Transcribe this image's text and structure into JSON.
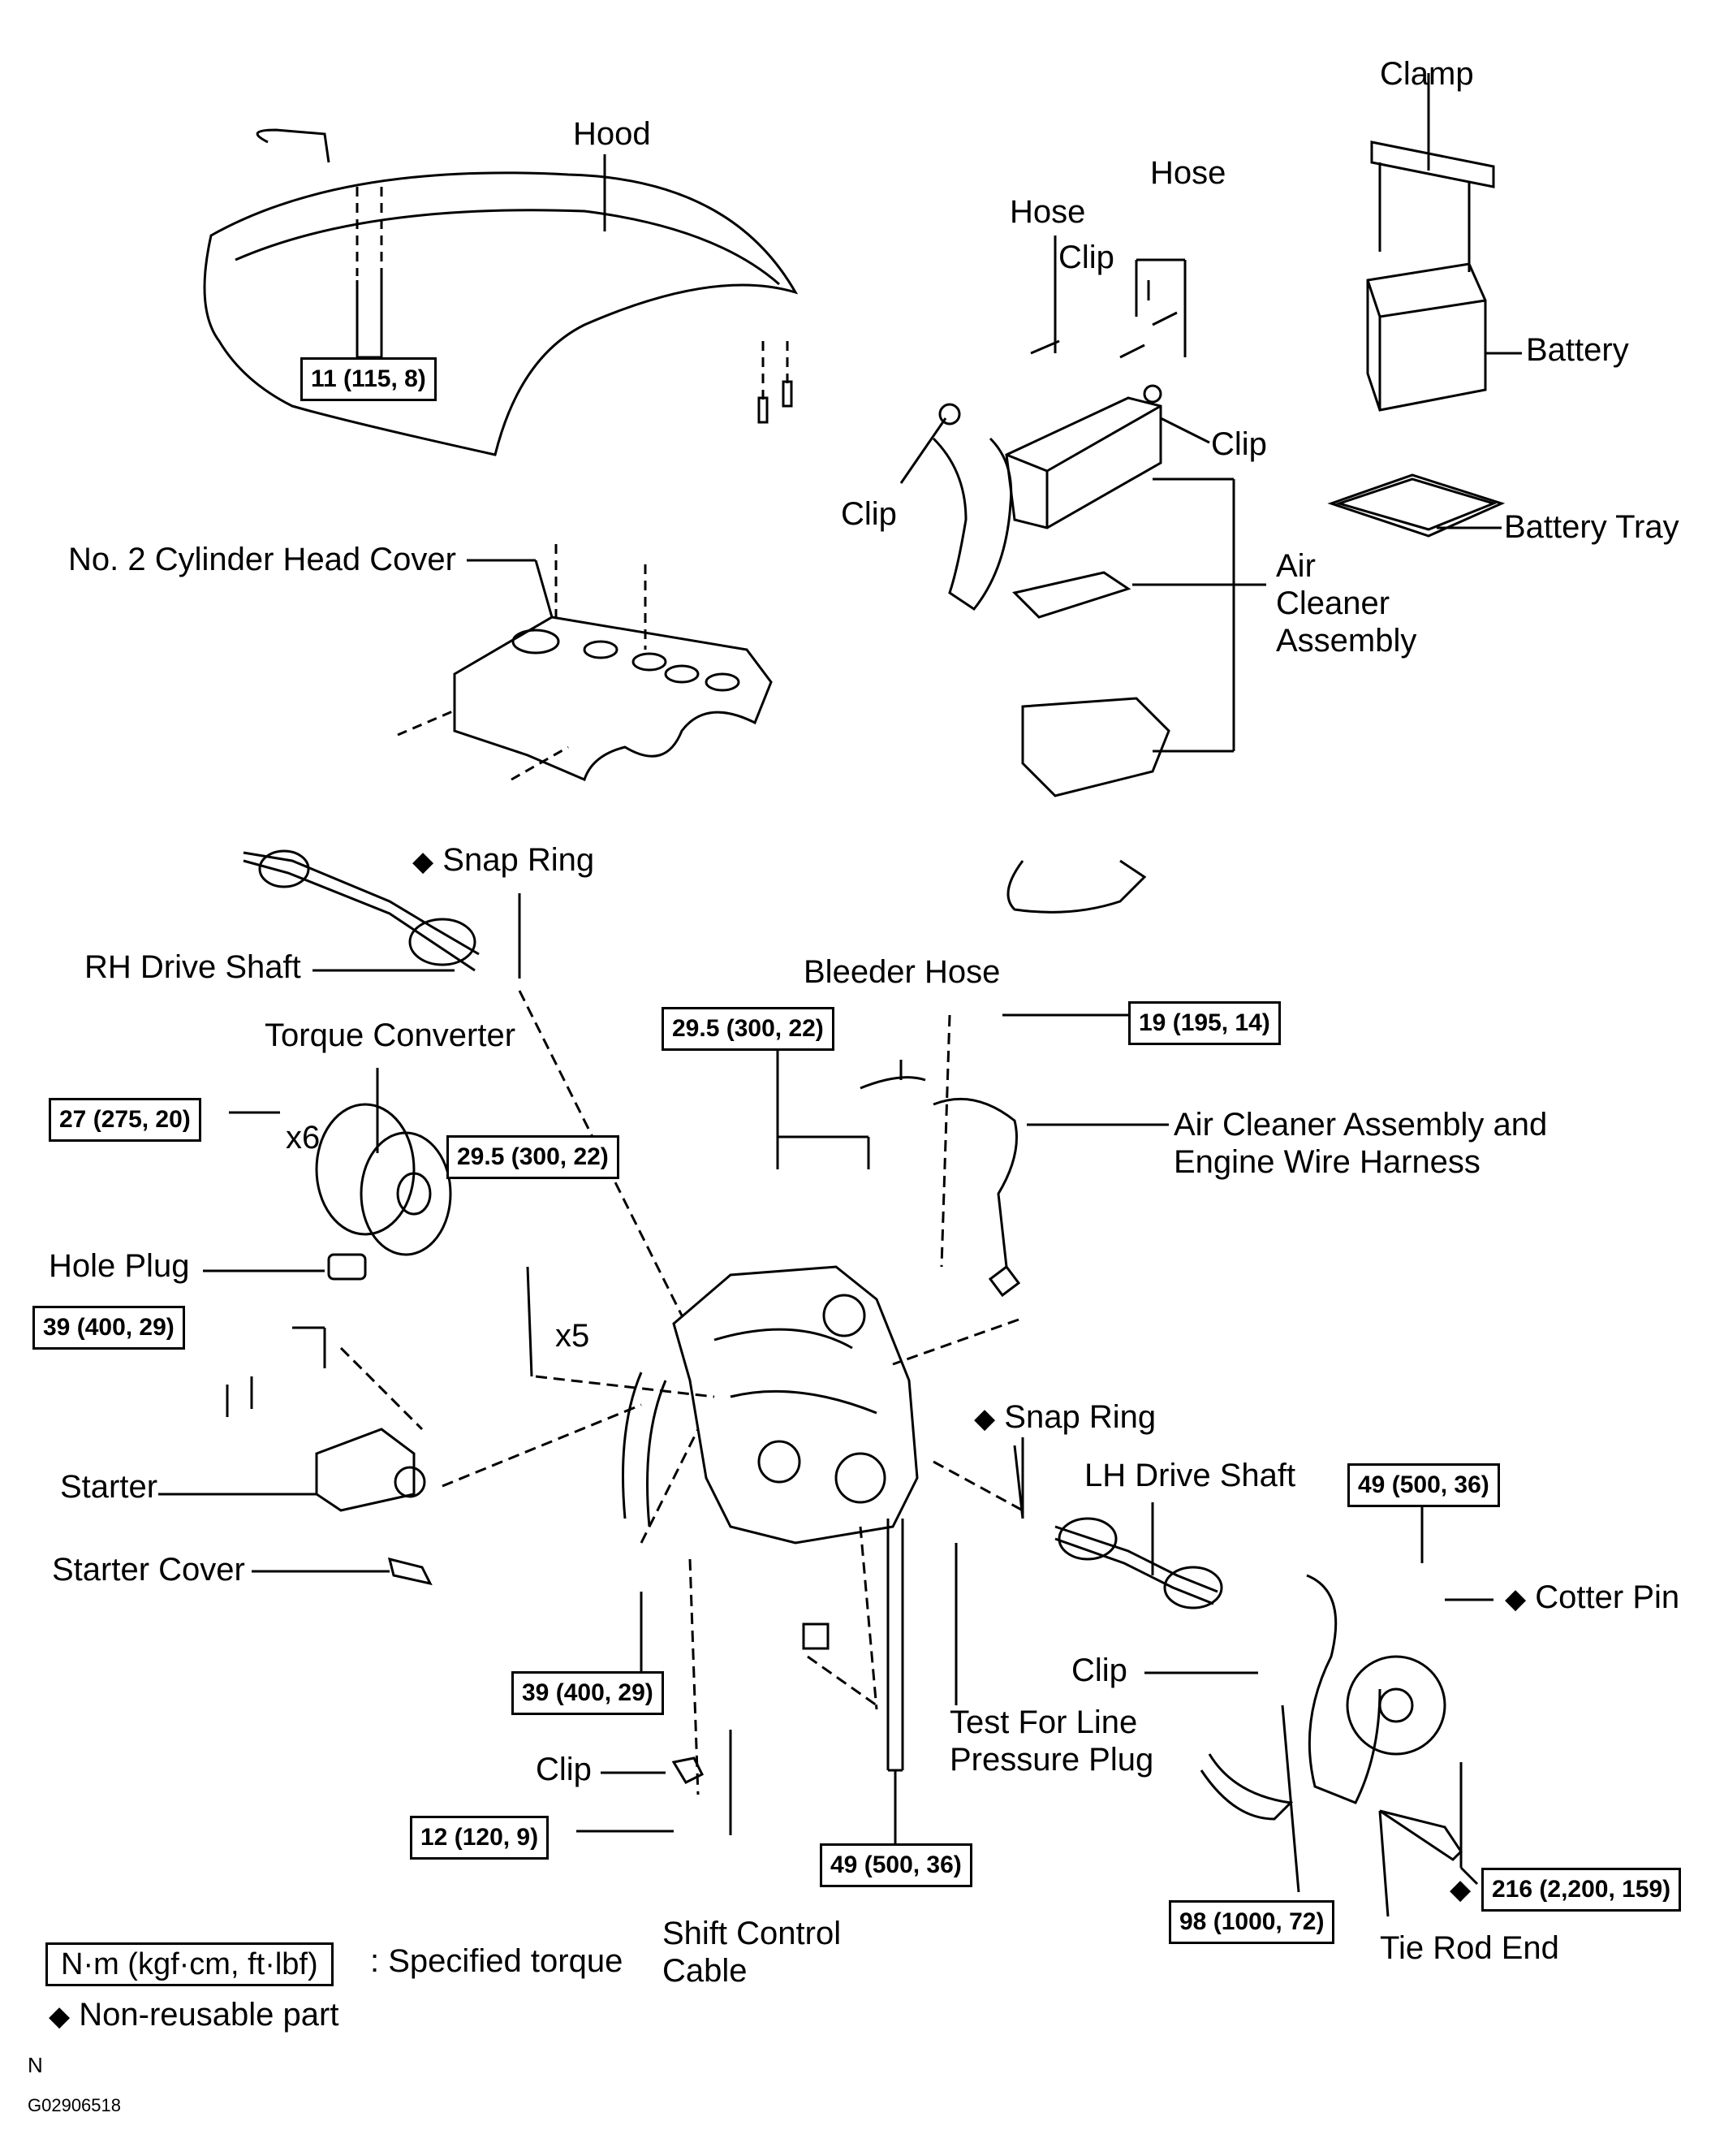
{
  "labels": {
    "hood": "Hood",
    "clamp": "Clamp",
    "hose1": "Hose",
    "hose2": "Hose",
    "clip_top": "Clip",
    "battery": "Battery",
    "clip_right": "Clip",
    "clip_left": "Clip",
    "battery_tray": "Battery Tray",
    "cyl_head_cover": "No. 2 Cylinder Head Cover",
    "air_cleaner": "Air\nCleaner\nAssembly",
    "snap_ring_top": "Snap Ring",
    "rh_drive_shaft": "RH Drive Shaft",
    "bleeder_hose": "Bleeder Hose",
    "torque_converter": "Torque Converter",
    "x6": "x6",
    "air_cleaner_harness": "Air Cleaner Assembly and\nEngine Wire Harness",
    "hole_plug": "Hole Plug",
    "x5": "x5",
    "snap_ring_mid": "Snap Ring",
    "lh_drive_shaft": "LH Drive Shaft",
    "starter": "Starter",
    "starter_cover": "Starter Cover",
    "cotter_pin": "Cotter Pin",
    "clip_hub": "Clip",
    "test_plug": "Test For Line\nPressure Plug",
    "clip_bottom": "Clip",
    "shift_cable": "Shift Control\nCable",
    "tie_rod_end": "Tie Rod End"
  },
  "torques": {
    "hood": "11 (115, 8)",
    "trans_top": "29.5 (300, 22)",
    "harness": "19 (195, 14)",
    "torque_conv": "27 (275, 20)",
    "trans_left": "29.5 (300, 22)",
    "starter": "39 (400, 29)",
    "cotter_nut": "49 (500, 36)",
    "trans_bottom": "39 (400, 29)",
    "cable": "12 (120, 9)",
    "mount": "49 (500, 36)",
    "lower_ball": "98 (1000, 72)",
    "hub_nut": "216 (2,200, 159)"
  },
  "legend": {
    "torque_key": "N·m (kgf·cm, ft·lbf)",
    "torque_desc": ": Specified torque",
    "nonreusable_symbol": "◆",
    "nonreusable_desc": "Non-reusable part"
  },
  "footer": {
    "orientation": "N",
    "figure_id": "G02906518"
  },
  "symbols": {
    "diamond": "◆"
  }
}
